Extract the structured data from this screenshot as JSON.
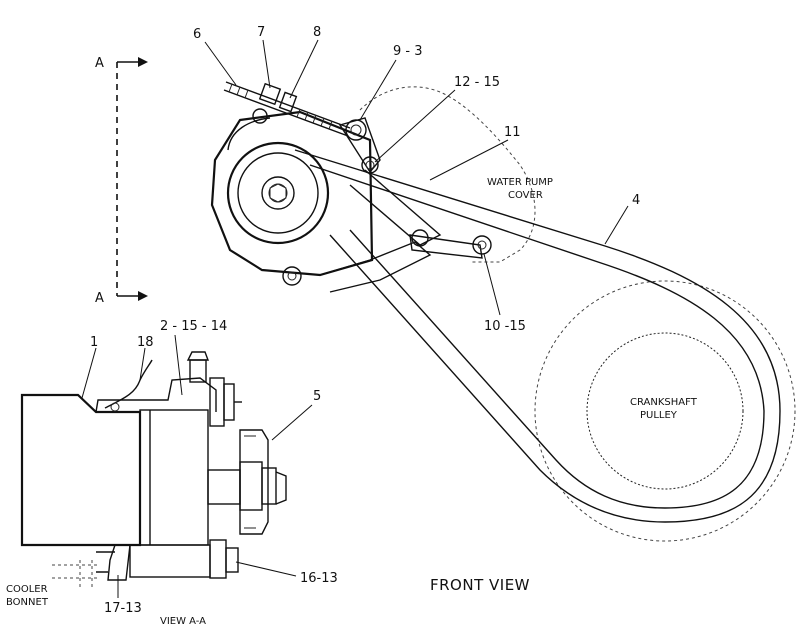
{
  "labels": {
    "callout_6": "6",
    "callout_7": "7",
    "callout_8": "8",
    "callout_9_3": "9 - 3",
    "callout_12_15": "12 - 15",
    "callout_11": "11",
    "callout_4": "4",
    "callout_10_15": "10 -15",
    "callout_1": "1",
    "callout_18": "18",
    "callout_2_15_14": "2 - 15 - 14",
    "callout_5": "5",
    "callout_16_13": "16-13",
    "callout_17_13": "17-13",
    "section_a_top": "A",
    "section_a_bottom": "A"
  },
  "notes": {
    "water_pump_line1": "WATER PUMP",
    "water_pump_line2": "COVER",
    "crankshaft_line1": "CRANKSHAFT",
    "crankshaft_line2": "PULLEY",
    "cooler_line1": "COOLER",
    "cooler_line2": "BONNET"
  },
  "captions": {
    "front_view": "FRONT VIEW",
    "view_aa": "VIEW A-A"
  }
}
